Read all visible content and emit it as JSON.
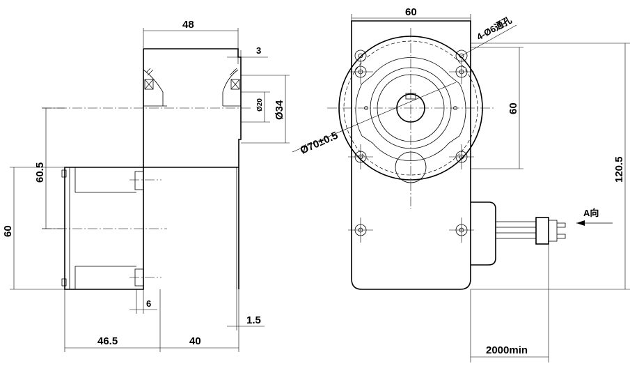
{
  "dimensions": {
    "d48": "48",
    "d3": "3",
    "d20": "Ø20",
    "d34": "Ø34",
    "d60_5": "60.5",
    "d60_left": "60",
    "d6": "6",
    "d1_5": "1.5",
    "d46_5": "46.5",
    "d40": "40",
    "d60_top": "60",
    "holes": "4-Ø6通孔",
    "d60_right": "60",
    "d70": "Ø70±0.5",
    "d120_5": "120.5",
    "view_a": "A向",
    "cable": "2000min"
  }
}
